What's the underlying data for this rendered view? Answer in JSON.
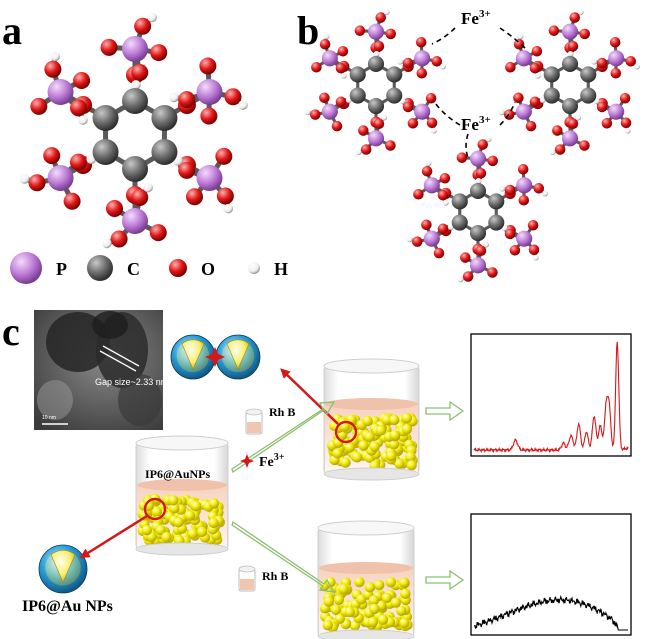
{
  "panels": {
    "a": "a",
    "b": "b",
    "c": "c"
  },
  "legend": [
    {
      "label": "P",
      "color": "#c07fd8"
    },
    {
      "label": "C",
      "color": "#6e6e6e"
    },
    {
      "label": "O",
      "color": "#e01818"
    },
    {
      "label": "H",
      "color": "#f2f2f2"
    }
  ],
  "ion": {
    "symbol": "Fe",
    "charge": "3+"
  },
  "tem": {
    "gap_label": "Gap size~2.33 nm",
    "scale_label": "10 nm"
  },
  "labels": {
    "beaker_label": "IP6@AuNPs",
    "np_label": "IP6@Au NPs",
    "rhb": "Rh B",
    "fe_symbol": "Fe",
    "fe_charge": "3+"
  },
  "colors": {
    "gold": "#f0ec10",
    "shell": "#1e7fb8",
    "red_arrow": "#d41818",
    "green_arrow": "#8ac070",
    "spectrum_top": "#d41818",
    "spectrum_bottom": "#000000"
  }
}
